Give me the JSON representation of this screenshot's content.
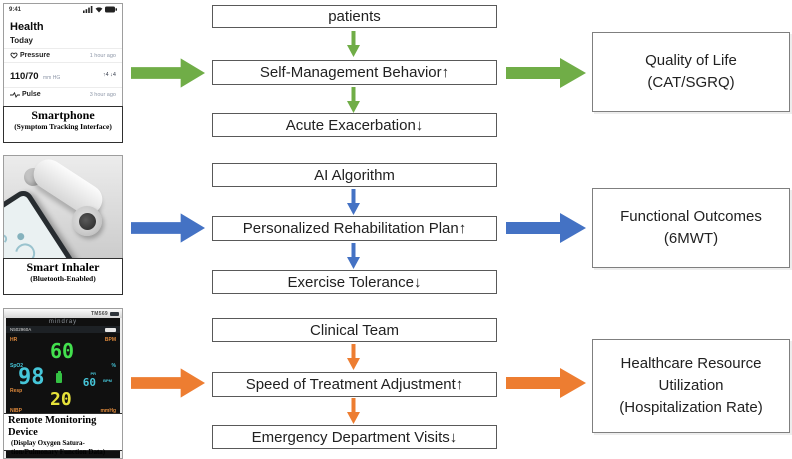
{
  "colors": {
    "green": "#70AD47",
    "blue": "#4472C4",
    "orange": "#ED7D31"
  },
  "rows": [
    {
      "device_title": "Smartphone",
      "device_subtitle_lines": [
        "(Symptom Tracking Interface)"
      ],
      "box_top": "patients",
      "box_mid": "Self-Management Behavior↑",
      "box_bottom": "Acute Exacerbation↓",
      "outcome_line1": "Quality of Life",
      "outcome_line2": "(CAT/SGRQ)"
    },
    {
      "device_title": "Smart Inhaler",
      "device_subtitle_lines": [
        "(Bluetooth-Enabled)"
      ],
      "box_top": "AI Algorithm",
      "box_mid": "Personalized Rehabilitation Plan↑",
      "box_bottom": "Exercise Tolerance↓",
      "outcome_line1": "Functional Outcomes",
      "outcome_line2": "(6MWT)"
    },
    {
      "device_title": "Remote Monitoring Device",
      "device_subtitle_lines": [
        "(Display Oxygen Satura-",
        "tion/Pulmonary Function Data)"
      ],
      "box_top": "Clinical Team",
      "box_mid": "Speed of Treatment Adjustment↑",
      "box_bottom": "Emergency Department Visits↓",
      "outcome_line1": "Healthcare Resource Utilization",
      "outcome_line2": "(Hospitalization Rate)"
    }
  ],
  "phone": {
    "status_time": "9:41",
    "title": "Health",
    "section": "Today",
    "metric1_label": "Pressure",
    "metric1_time": "1 hour ago",
    "reading_value": "110/70",
    "reading_unit": "mm HG",
    "reading_delta": "↑4  ↓4",
    "metric2_label": "Pulse",
    "metric2_time": "3 hour ago"
  },
  "monitor": {
    "model": "TM569",
    "brand": "mindray",
    "patient_id": "N502960A",
    "hr_label": "HR",
    "hr_value": "60",
    "hr_unit": "BPM",
    "spo2_label": "SpO2",
    "spo2_value": "98",
    "spo2_unit": "%",
    "pr_label": "PR",
    "pr_value": "60",
    "pr_unit": "BPM",
    "resp_label": "Resp",
    "resp_value": "20",
    "nibp_label": "NIBP",
    "nibp_unit": "mmHg"
  }
}
